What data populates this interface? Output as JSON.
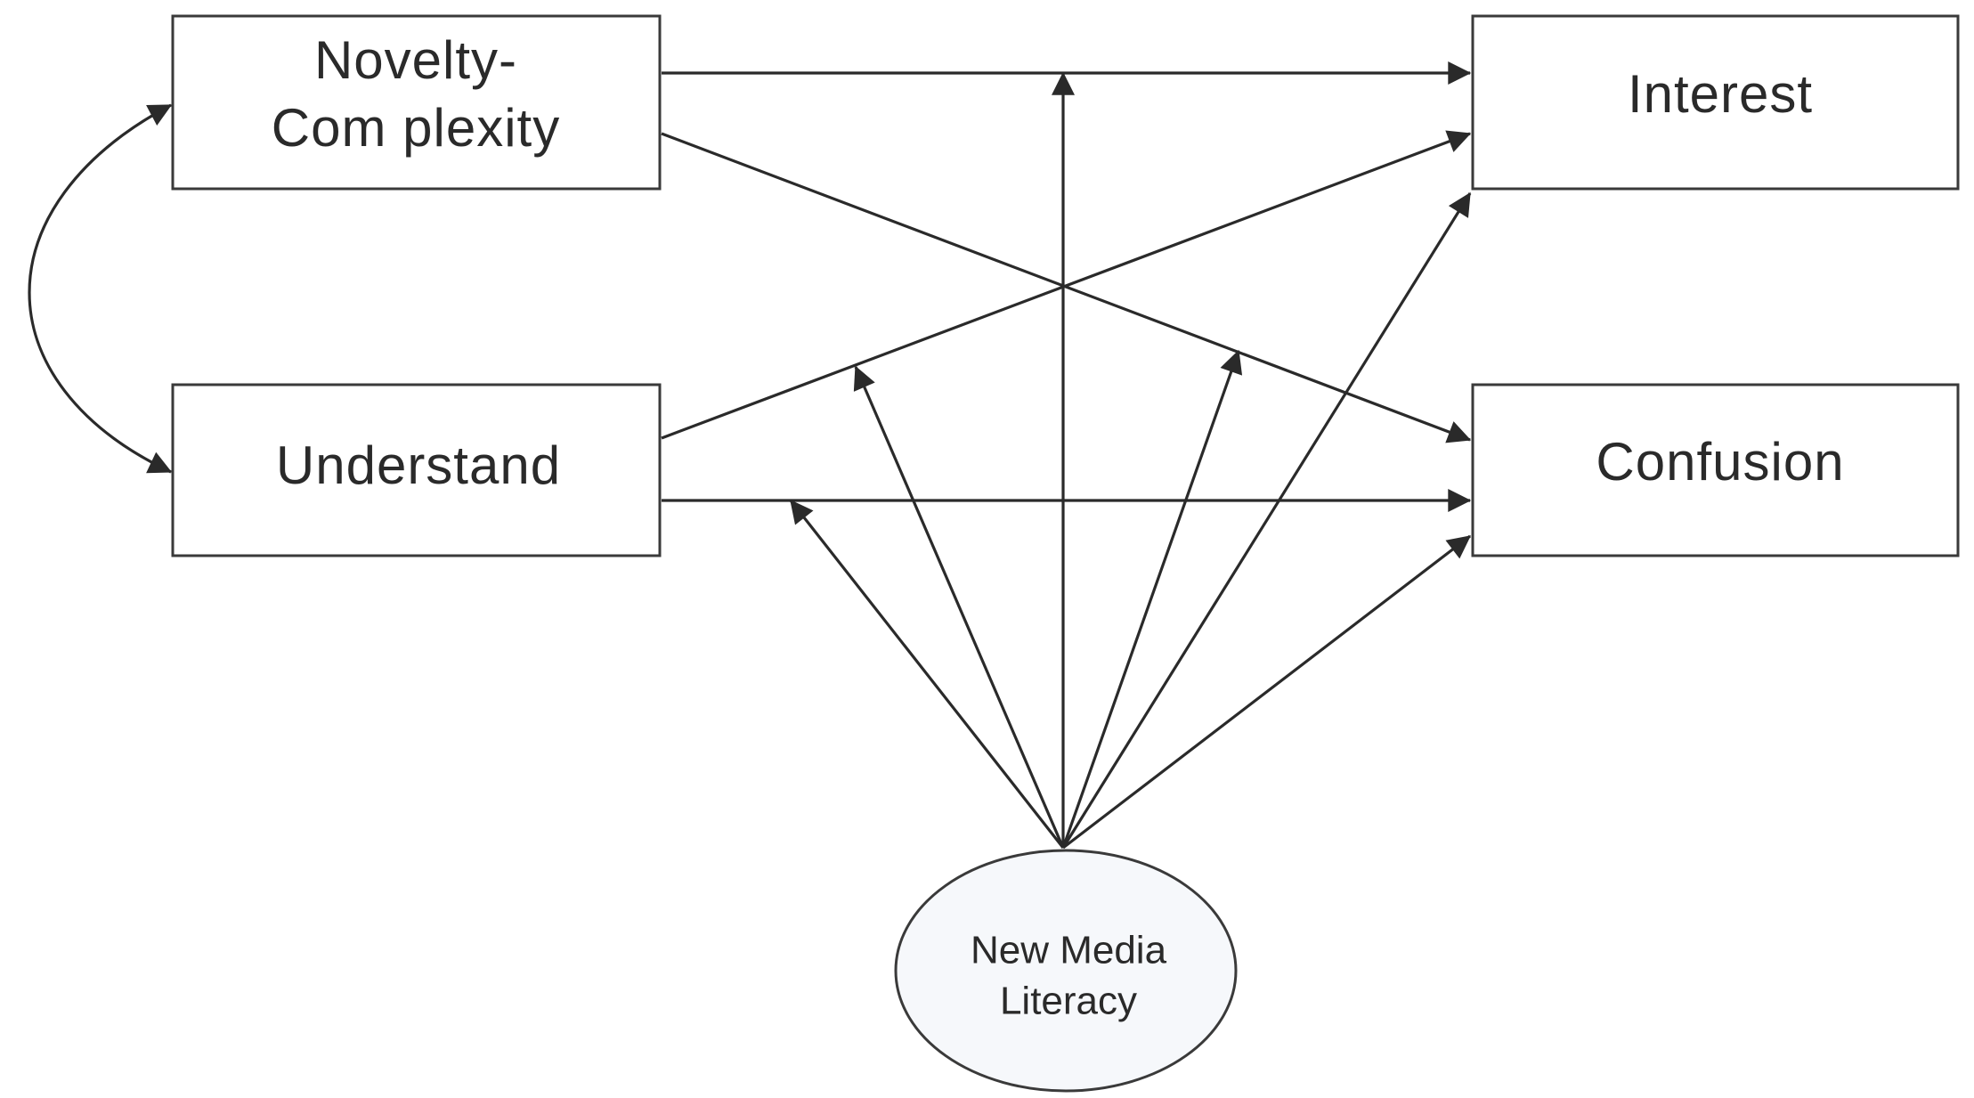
{
  "nodes": {
    "novelty_complexity": {
      "line1": "Novelty-",
      "line2": "Com plexity"
    },
    "understand": {
      "label": "Understand"
    },
    "interest": {
      "label": "Interest"
    },
    "confusion": {
      "label": "Confusion"
    },
    "new_media_literacy": {
      "line1": "New Media",
      "line2": "Literacy"
    }
  },
  "edges": [
    {
      "from": "novelty_complexity",
      "to": "interest",
      "kind": "path"
    },
    {
      "from": "novelty_complexity",
      "to": "confusion",
      "kind": "path"
    },
    {
      "from": "understand",
      "to": "interest",
      "kind": "path"
    },
    {
      "from": "understand",
      "to": "confusion",
      "kind": "path"
    },
    {
      "from": "novelty_complexity",
      "to": "understand",
      "kind": "covariance"
    },
    {
      "from": "new_media_literacy",
      "to": "path-novelty-complexity-interest",
      "kind": "moderation"
    },
    {
      "from": "new_media_literacy",
      "to": "path-novelty-complexity-confusion",
      "kind": "moderation"
    },
    {
      "from": "new_media_literacy",
      "to": "path-understand-interest",
      "kind": "moderation"
    },
    {
      "from": "new_media_literacy",
      "to": "path-understand-confusion",
      "kind": "moderation"
    },
    {
      "from": "new_media_literacy",
      "to": "interest",
      "kind": "direct"
    },
    {
      "from": "new_media_literacy",
      "to": "confusion",
      "kind": "direct"
    }
  ]
}
